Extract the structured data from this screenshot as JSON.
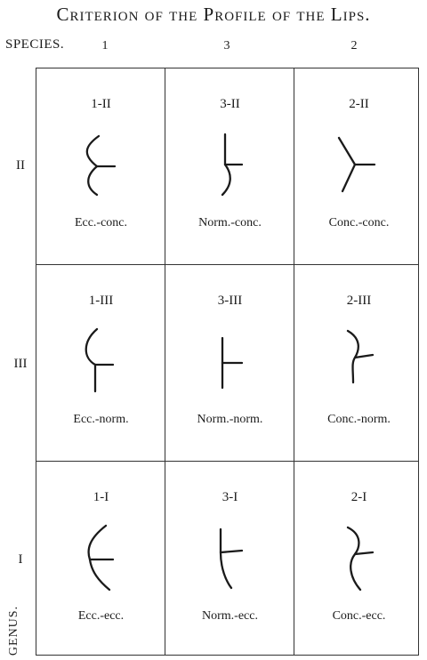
{
  "title": "Criterion of the Profile of the Lips.",
  "species_label": "SPECIES.",
  "genus_label": "GENUS.",
  "columns": [
    "1",
    "3",
    "2"
  ],
  "rows": [
    "II",
    "III",
    "I"
  ],
  "cells": [
    [
      {
        "code": "1-II",
        "name": "Ecc.-conc.",
        "glyph": "ecc-conc-icon"
      },
      {
        "code": "3-II",
        "name": "Norm.-conc.",
        "glyph": "norm-conc-icon"
      },
      {
        "code": "2-II",
        "name": "Conc.-conc.",
        "glyph": "conc-conc-icon"
      }
    ],
    [
      {
        "code": "1-III",
        "name": "Ecc.-norm.",
        "glyph": "ecc-norm-icon"
      },
      {
        "code": "3-III",
        "name": "Norm.-norm.",
        "glyph": "norm-norm-icon"
      },
      {
        "code": "2-III",
        "name": "Conc.-norm.",
        "glyph": "conc-norm-icon"
      }
    ],
    [
      {
        "code": "1-I",
        "name": "Ecc.-ecc.",
        "glyph": "ecc-ecc-icon"
      },
      {
        "code": "3-I",
        "name": "Norm.-ecc.",
        "glyph": "norm-ecc-icon"
      },
      {
        "code": "2-I",
        "name": "Conc.-ecc.",
        "glyph": "conc-ecc-icon"
      }
    ]
  ]
}
